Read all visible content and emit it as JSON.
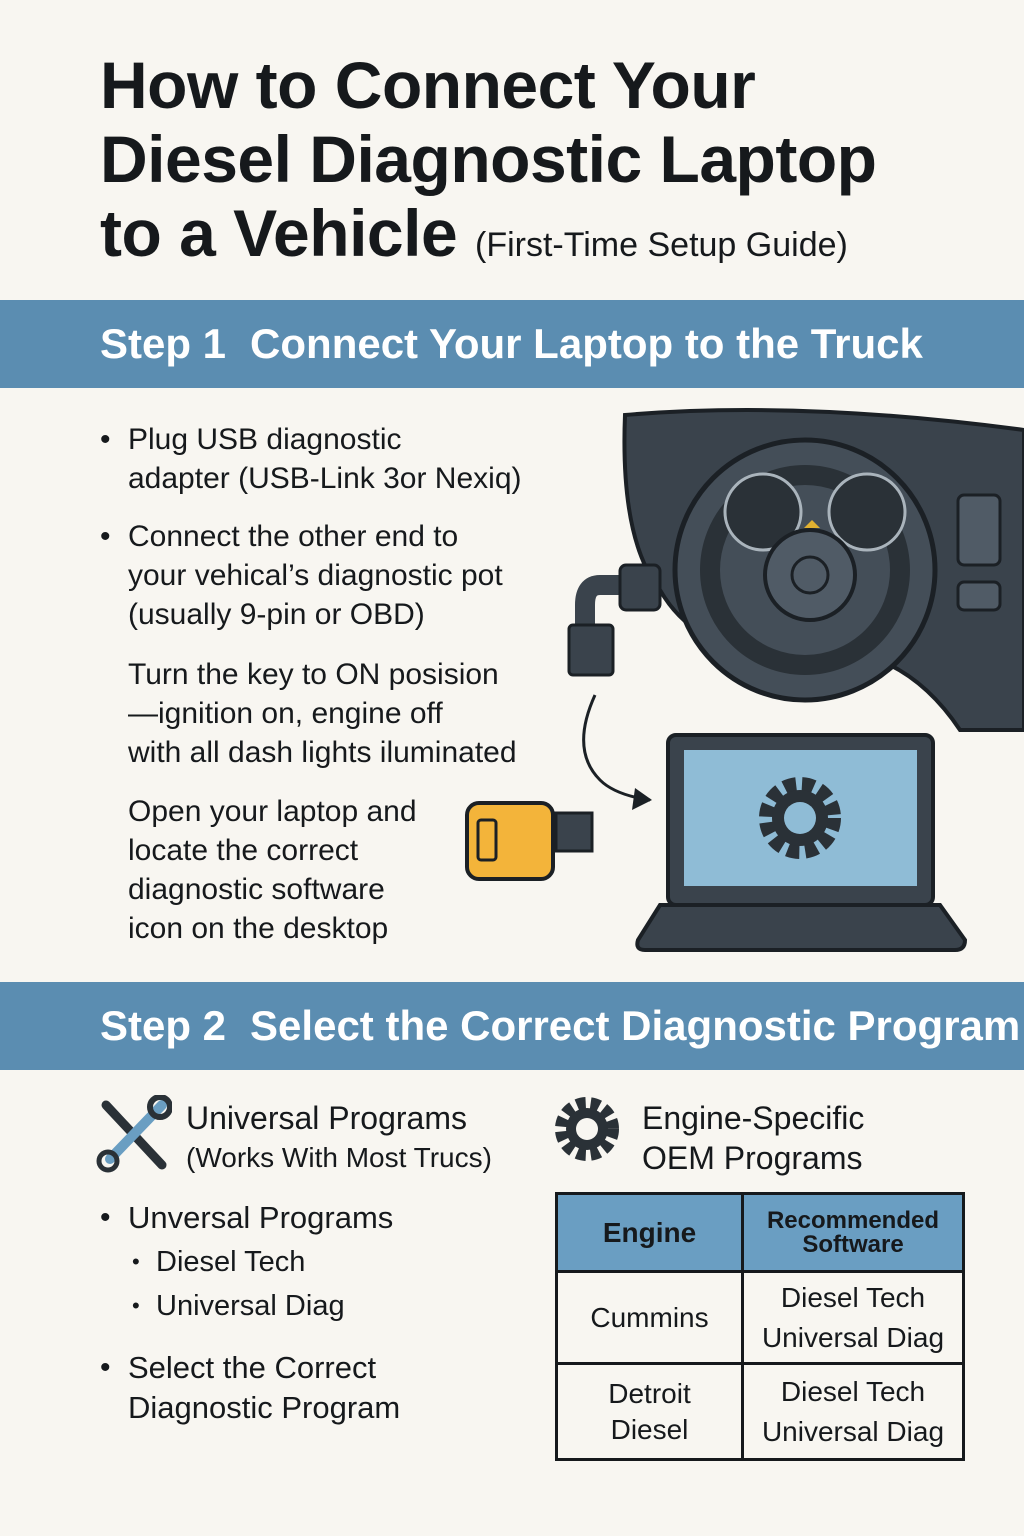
{
  "title": {
    "line1": "How to Connect Your",
    "line2": "Diesel Diagnostic Laptop",
    "line3": "to a Vehicle",
    "subtitle": "(First-Time Setup Guide)"
  },
  "step1": {
    "number": "Step 1",
    "heading": "Connect Your Laptop to the Truck",
    "items": [
      {
        "lines": [
          "Plug USB diagnostic",
          "adapter (USB-Link 3or Nexiq)"
        ]
      },
      {
        "lines": [
          "Connect the other end to",
          "your vehical’s diagnostic pot",
          "(usually 9-pin or OBD)"
        ]
      },
      {
        "lines": [
          "Turn the key to ON posision",
          "—ignition on, engine off",
          "with all dash lights iluminated"
        ]
      },
      {
        "lines": [
          "Open your laptop and",
          "locate the correct",
          "diagnostic software",
          "icon on the desktop"
        ]
      }
    ]
  },
  "step2": {
    "number": "Step 2",
    "heading": "Select the Correct Diagnostic Program",
    "universal": {
      "title": "Universal Programs",
      "subtitle": "(Works With Most Trucs)"
    },
    "oem": {
      "line1": "Engine-Specific",
      "line2": "OEM Programs"
    },
    "list": {
      "item1": "Unversal Programs",
      "sub": [
        "Diesel Tech",
        "Universal Diag"
      ],
      "item2_line1": "Select the Correct",
      "item2_line2": "Diagnostic Program"
    },
    "table": {
      "headers": [
        "Engine",
        "Recommended",
        "Software"
      ],
      "rows": [
        {
          "engine": [
            "Cummins"
          ],
          "software": [
            "Diesel Tech",
            "Universal Diag"
          ]
        },
        {
          "engine": [
            "Detroit",
            "Diesel"
          ],
          "software": [
            "Diesel Tech",
            "Universal Diag"
          ]
        }
      ]
    }
  },
  "colors": {
    "band": "#5b8db1",
    "background": "#f8f6f1",
    "usb": "#f3b43a"
  }
}
